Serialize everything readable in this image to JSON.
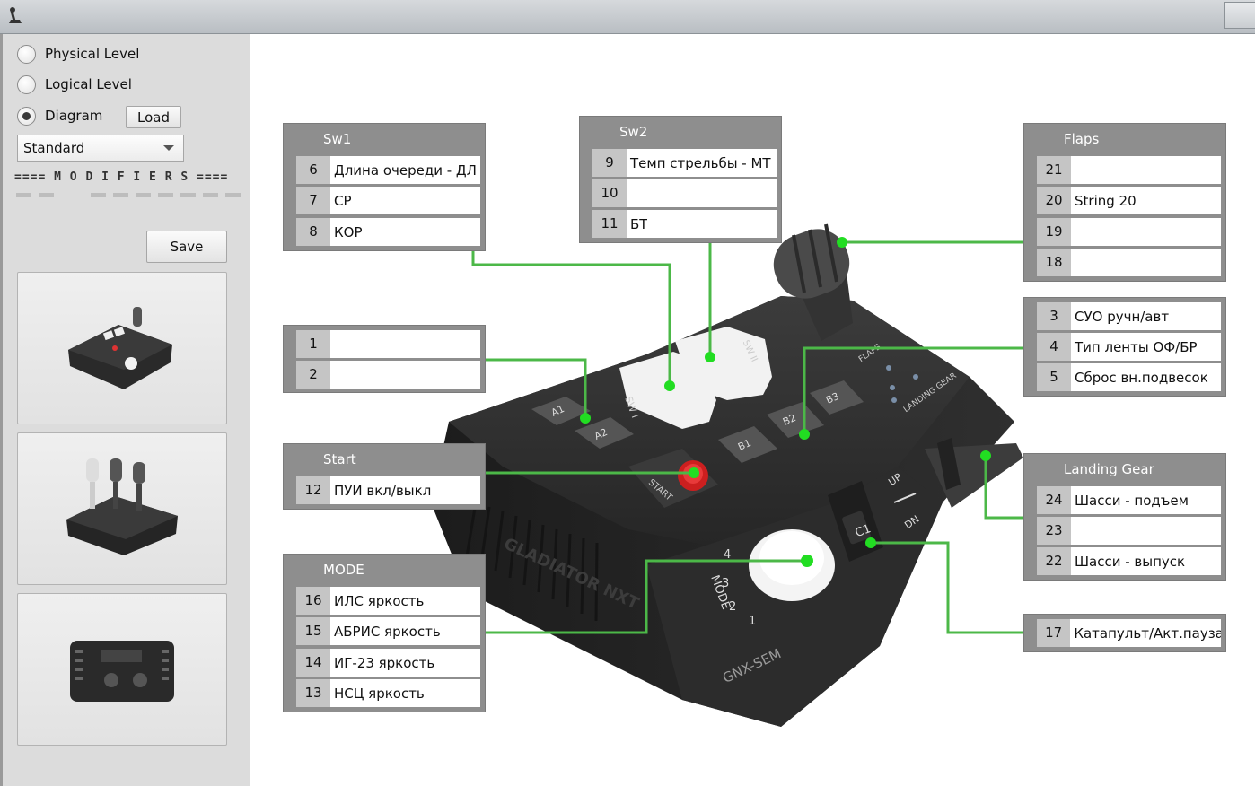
{
  "left_panel": {
    "radios": [
      {
        "label": "Physical Level",
        "checked": false
      },
      {
        "label": "Logical Level",
        "checked": false
      },
      {
        "label": "Diagram",
        "checked": true
      }
    ],
    "load_label": "Load",
    "preset": "Standard",
    "modifiers_title": "==== M O D I F I E R S ====",
    "save_label": "Save",
    "thumbnails": [
      "control-panel-thumb",
      "throttle-quadrant-thumb",
      "flat-panel-thumb"
    ]
  },
  "boxes": {
    "sw1": {
      "title": "Sw1",
      "rows": [
        {
          "n": "6",
          "t": "Длина очереди - ДЛ"
        },
        {
          "n": "7",
          "t": "СР"
        },
        {
          "n": "8",
          "t": "КОР"
        }
      ]
    },
    "sw2": {
      "title": "Sw2",
      "rows": [
        {
          "n": "9",
          "t": "Темп стрельбы - МТ"
        },
        {
          "n": "10",
          "t": ""
        },
        {
          "n": "11",
          "t": "БТ"
        }
      ]
    },
    "flaps": {
      "title": "Flaps",
      "rows": [
        {
          "n": "21",
          "t": ""
        },
        {
          "n": "20",
          "t": "String 20"
        },
        {
          "n": "19",
          "t": ""
        },
        {
          "n": "18",
          "t": ""
        }
      ]
    },
    "a_group": {
      "rows": [
        {
          "n": "1",
          "t": ""
        },
        {
          "n": "2",
          "t": ""
        }
      ]
    },
    "b_group": {
      "rows": [
        {
          "n": "3",
          "t": "СУО ручн/авт"
        },
        {
          "n": "4",
          "t": "Тип ленты ОФ/БР"
        },
        {
          "n": "5",
          "t": "Сброс вн.подвесок"
        }
      ]
    },
    "start": {
      "title": "Start",
      "rows": [
        {
          "n": "12",
          "t": "ПУИ вкл/выкл"
        }
      ]
    },
    "mode": {
      "title": "MODE",
      "rows": [
        {
          "n": "16",
          "t": "ИЛС яркость"
        },
        {
          "n": "15",
          "t": "АБРИС яркость"
        },
        {
          "n": "14",
          "t": "ИГ-23 яркость"
        },
        {
          "n": "13",
          "t": "НСЦ яркость"
        }
      ]
    },
    "landing_gear": {
      "title": "Landing Gear",
      "rows": [
        {
          "n": "24",
          "t": "Шасси - подъем"
        },
        {
          "n": "23",
          "t": ""
        },
        {
          "n": "22",
          "t": "Шасси - выпуск"
        }
      ]
    },
    "c1": {
      "rows": [
        {
          "n": "17",
          "t": "Катапульт/Акт.пауза"
        }
      ]
    }
  },
  "device_labels": {
    "a1": "A1",
    "a2": "A2",
    "b1": "B1",
    "b2": "B2",
    "b3": "B3",
    "sw": "SW I",
    "sw2": "SW II",
    "flaps": "FLAPS",
    "landing_gear": "LANDING GEAR",
    "up": "UP",
    "dn": "DN",
    "c1": "C1",
    "mode": "MODE",
    "m1": "1",
    "m2": "2",
    "m3": "3",
    "m4": "4",
    "start": "START",
    "brand": "GLADIATOR NXT",
    "model": "GNX-SEM"
  },
  "colors": {
    "connector": "#4cb848",
    "connector_dot": "#22dd22",
    "box_frame": "#8e8e8e",
    "num_cell": "#c5c5c5",
    "device_body": "#2b2b2b"
  }
}
